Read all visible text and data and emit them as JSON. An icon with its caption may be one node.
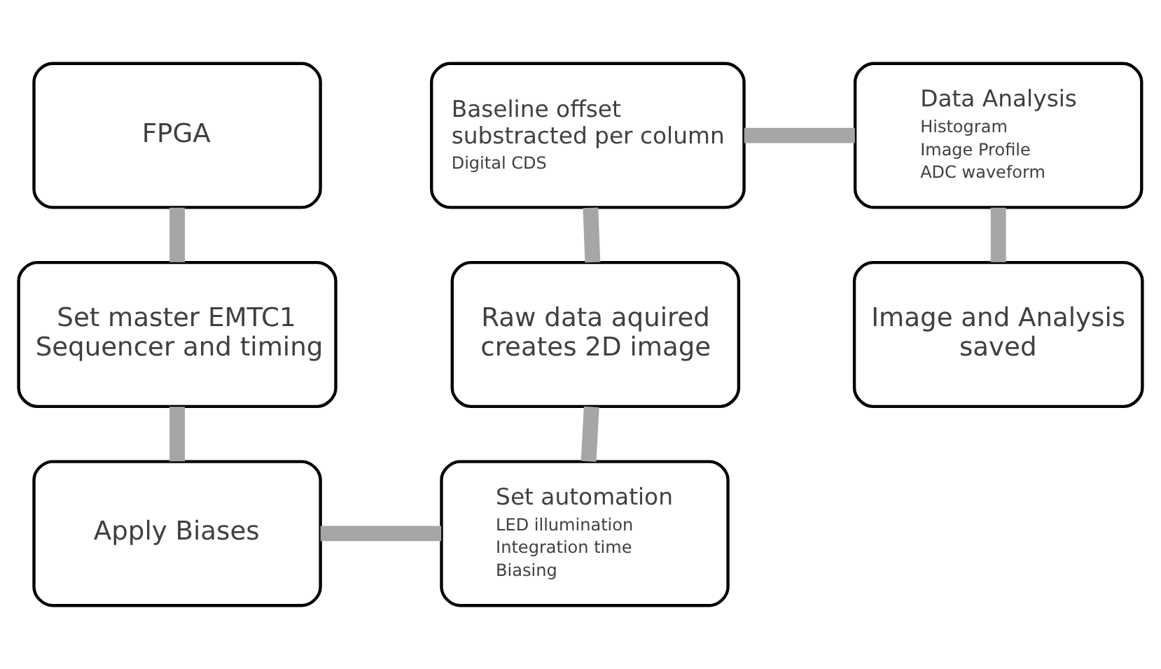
{
  "diagram": {
    "nodes": [
      {
        "text": [
          "FPGA"
        ]
      },
      {
        "text": [
          "Set master EMTC1 Sequencer and timing"
        ]
      },
      {
        "text": [
          "Apply Biases"
        ]
      },
      {
        "text": [
          "Set automation",
          "LED illumination",
          "Integration time",
          "Biasing"
        ]
      },
      {
        "text": [
          "Raw data aquired creates 2D image"
        ]
      },
      {
        "text": [
          "Baseline offset substracted per column",
          "Digital CDS"
        ]
      },
      {
        "text": [
          "Data Analysis",
          "Histogram",
          "Image Profile",
          "ADC waveform"
        ]
      },
      {
        "text": [
          "Image and Analysis saved"
        ]
      }
    ],
    "edges": [
      {
        "from": 0,
        "to": 1,
        "arrow": "none"
      },
      {
        "from": 1,
        "to": 2,
        "arrow": "none"
      },
      {
        "from": 2,
        "to": 3,
        "arrow": "none"
      },
      {
        "from": 3,
        "to": 4,
        "arrow": "none"
      },
      {
        "from": 4,
        "to": 5,
        "arrow": "none"
      },
      {
        "from": 5,
        "to": 6,
        "arrow": "none"
      },
      {
        "from": 6,
        "to": 7,
        "arrow": "none"
      }
    ]
  }
}
